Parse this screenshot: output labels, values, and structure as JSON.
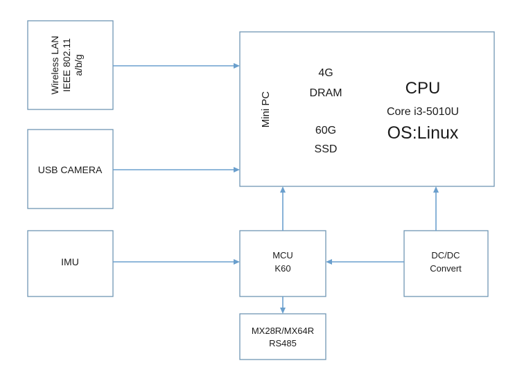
{
  "boxes": {
    "wireless": {
      "lines": [
        "Wireless LAN",
        "IEEE 802.11",
        "a/b/g"
      ]
    },
    "usb_camera": {
      "label": "USB CAMERA"
    },
    "imu": {
      "label": "IMU"
    },
    "mini_pc": {
      "label": "Mini PC",
      "memory": [
        "4G",
        "DRAM"
      ],
      "storage": [
        "60G",
        "SSD"
      ],
      "cpu_title": "CPU",
      "cpu_model": "Core i3-5010U",
      "os": "OS:Linux"
    },
    "mcu": {
      "lines": [
        "MCU",
        "K60"
      ]
    },
    "dcdc": {
      "lines": [
        "DC/DC",
        "Convert"
      ]
    },
    "servo": {
      "lines": [
        "MX28R/MX64R",
        "RS485"
      ]
    }
  },
  "colors": {
    "box_border": "#6f96b4",
    "connector": "#6a9fcd",
    "text": "#1a1a1a"
  }
}
